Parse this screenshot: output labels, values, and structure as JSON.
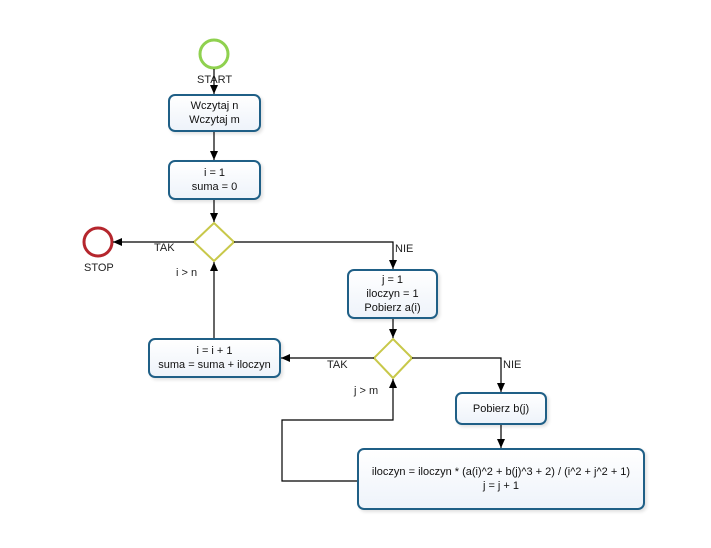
{
  "start": {
    "label": "START"
  },
  "stop": {
    "label": "STOP"
  },
  "read_nm": {
    "line1": "Wczytaj n",
    "line2": "Wczytaj m"
  },
  "init_i": {
    "line1": "i = 1",
    "line2": "suma = 0"
  },
  "init_j": {
    "line1": "j = 1",
    "line2": "iloczyn = 1",
    "line3": "Pobierz a(i)"
  },
  "update_i": {
    "line1": "i = i + 1",
    "line2": "suma = suma + iloczyn"
  },
  "read_b": {
    "line1": "Pobierz b(j)"
  },
  "update_j": {
    "line1": "iloczyn = iloczyn * (a(i)^2 + b(j)^3 + 2) / (i^2 + j^2 + 1)",
    "line2": "j = j + 1"
  },
  "decision_outer": {
    "condition": "i > n",
    "yes": "TAK",
    "no": "NIE"
  },
  "decision_inner": {
    "condition": "j > m",
    "yes": "TAK",
    "no": "NIE"
  },
  "colors": {
    "start": "#8fd14f",
    "stop": "#b5262d",
    "box_border": "#1f5f86",
    "diamond": "#c8c84a"
  }
}
